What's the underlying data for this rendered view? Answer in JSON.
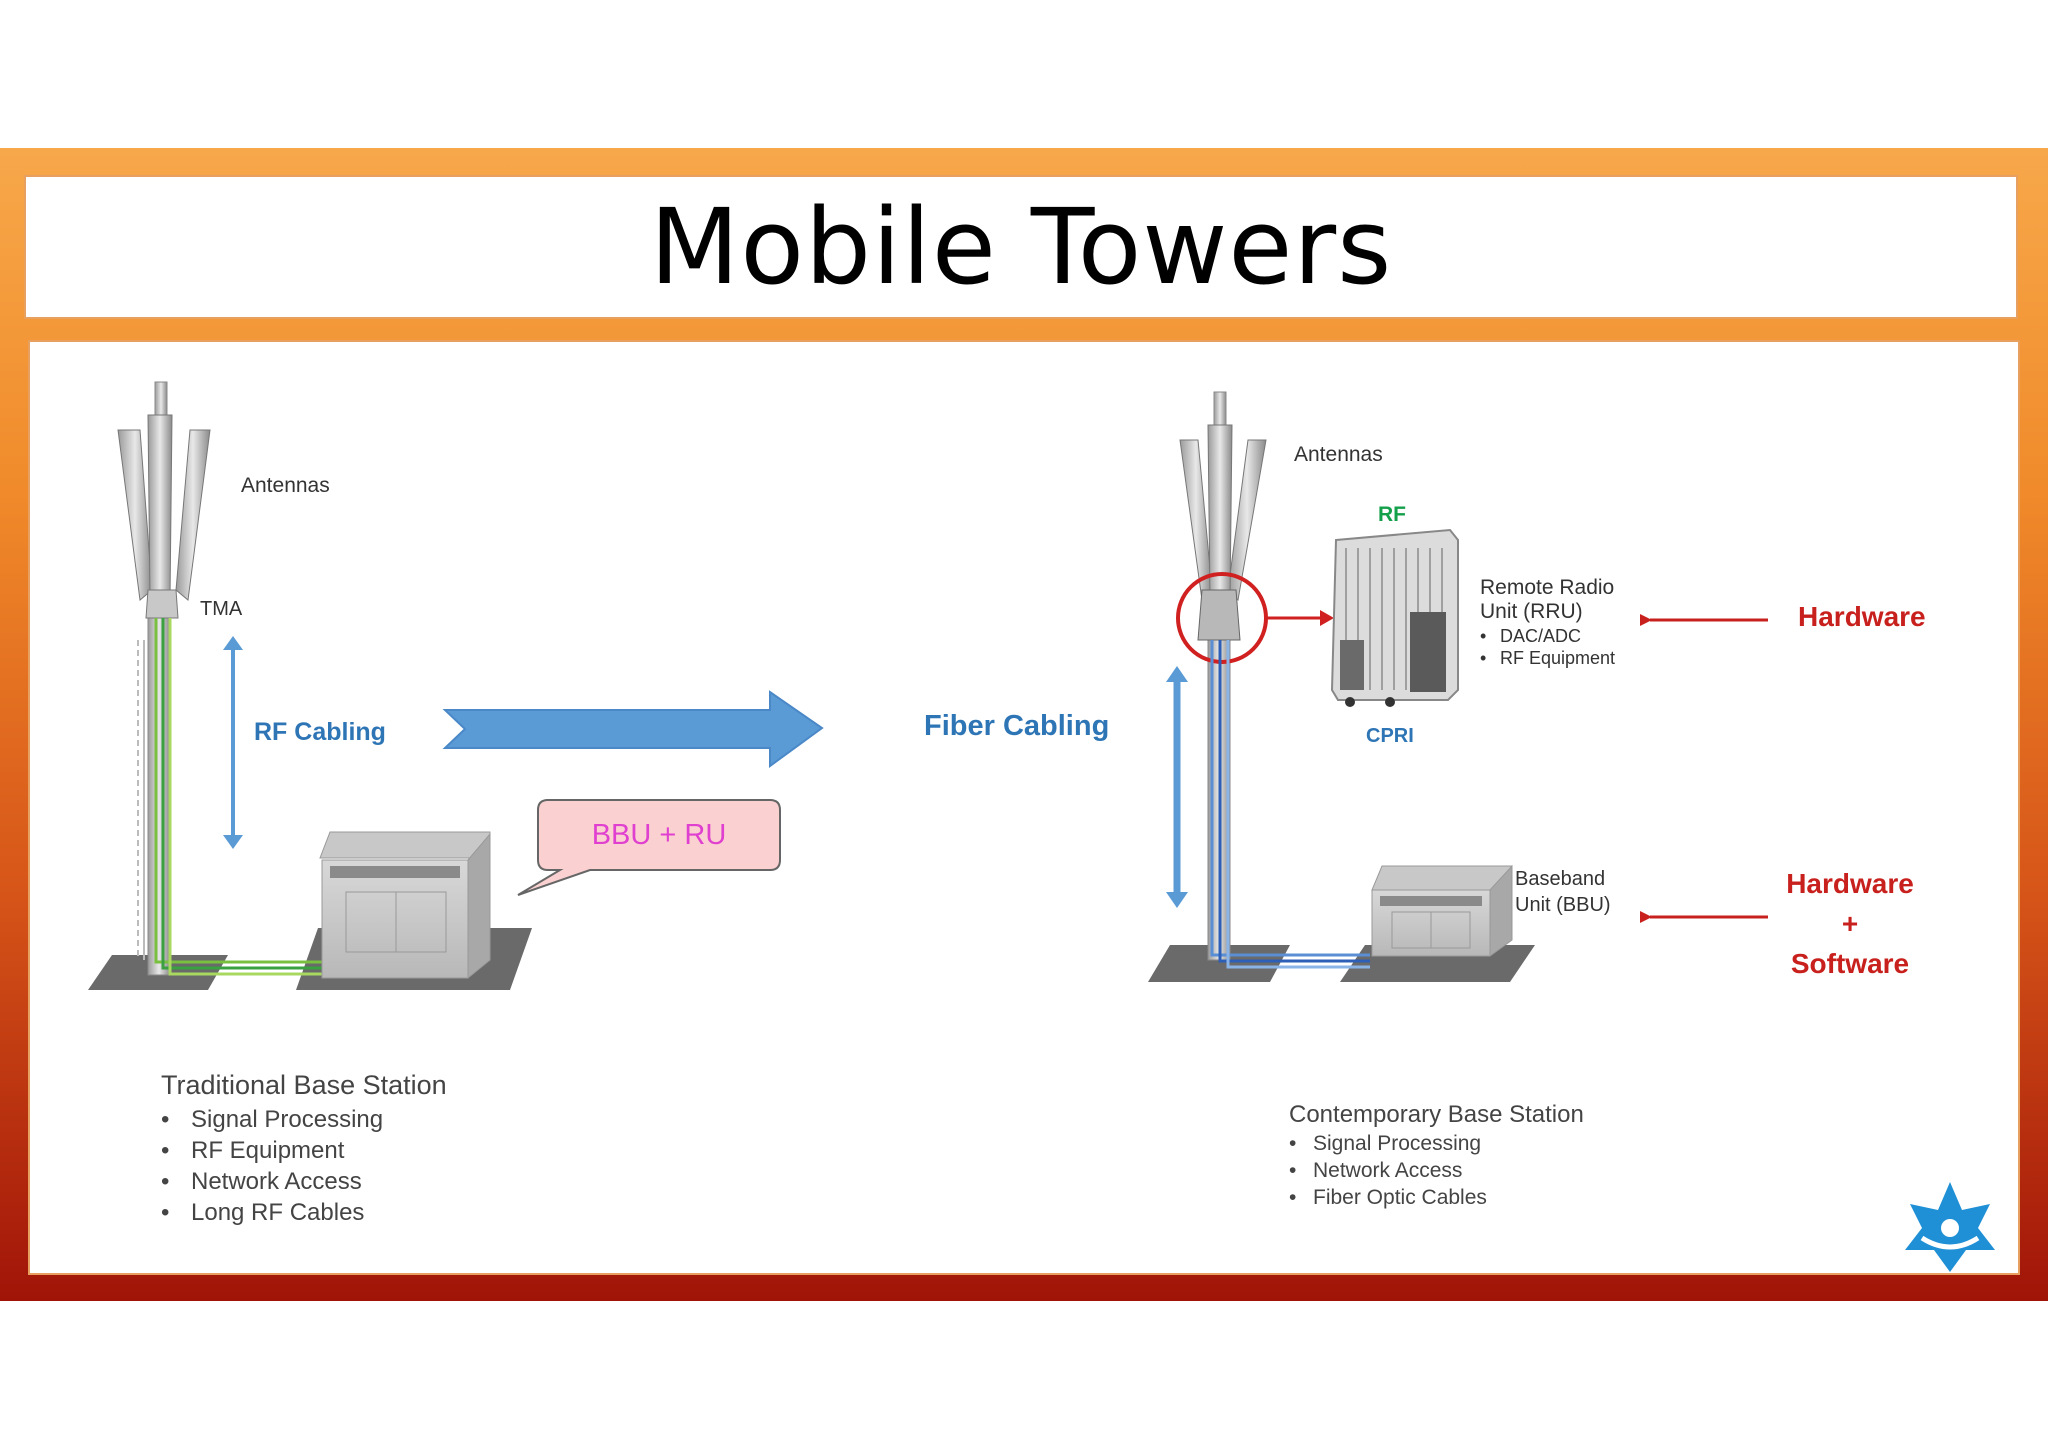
{
  "title": "Mobile Towers",
  "left": {
    "antennas": "Antennas",
    "tma": "TMA",
    "rf_cabling": "RF Cabling",
    "callout": "BBU + RU",
    "heading": "Traditional Base Station",
    "bullets": [
      "Signal Processing",
      "RF Equipment",
      "Network Access",
      "Long RF Cables"
    ]
  },
  "right": {
    "antennas": "Antennas",
    "rf": "RF",
    "rru_line1": "Remote Radio",
    "rru_line2": "Unit (RRU)",
    "rru_bullets": [
      "DAC/ADC",
      "RF Equipment"
    ],
    "cpri": "CPRI",
    "fiber_cabling": "Fiber  Cabling",
    "bbu_line1": "Baseband",
    "bbu_line2": "Unit (BBU)",
    "hardware": "Hardware",
    "hw_sw": [
      "Hardware",
      "+",
      "Software"
    ],
    "heading": "Contemporary Base Station",
    "bullets": [
      "Signal Processing",
      "Network Access",
      "Fiber Optic Cables"
    ]
  },
  "colors": {
    "accent_blue": "#2e75b6",
    "accent_red": "#c8201c",
    "callout_text": "#e040d0",
    "callout_fill": "#fbd0d0"
  }
}
